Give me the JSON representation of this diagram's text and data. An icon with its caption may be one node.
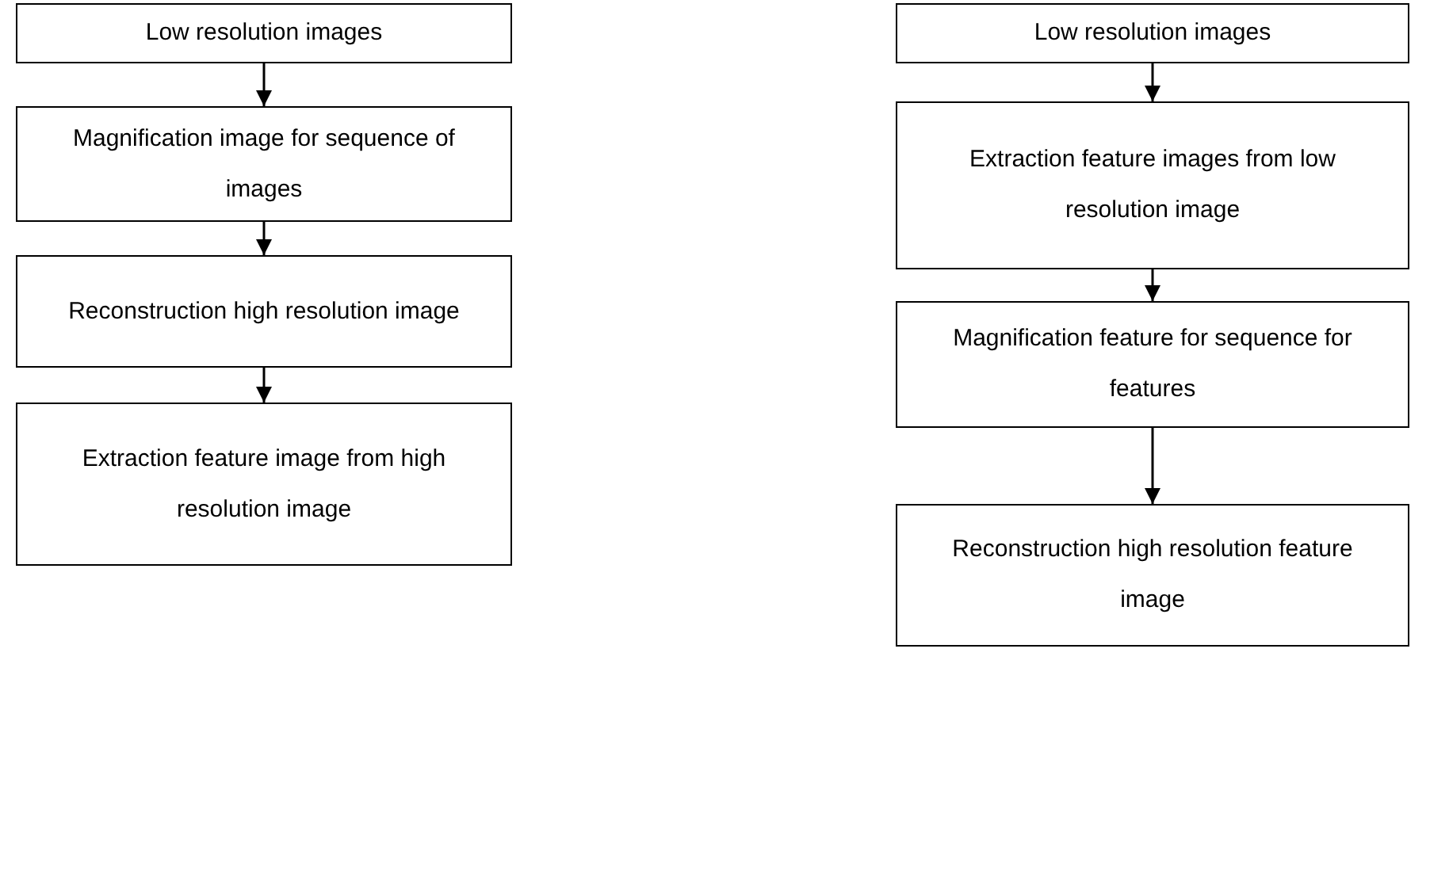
{
  "diagram": {
    "nodes": [
      {
        "text": [
          "Low resolution images"
        ]
      },
      {
        "text": [
          "Magnification image for sequence of images"
        ]
      },
      {
        "text": [
          "Reconstruction high resolution image"
        ]
      },
      {
        "text": [
          "Extraction feature image from high resolution image"
        ]
      },
      {
        "text": [
          "Low resolution images"
        ]
      },
      {
        "text": [
          "Extraction feature images from low resolution image"
        ]
      },
      {
        "text": [
          "Magnification feature for sequence for features"
        ]
      },
      {
        "text": [
          "Reconstruction high resolution feature image"
        ]
      }
    ],
    "edges": [
      {
        "from": 0,
        "to": 1,
        "arrow": "to"
      },
      {
        "from": 1,
        "to": 2,
        "arrow": "to"
      },
      {
        "from": 2,
        "to": 3,
        "arrow": "to"
      },
      {
        "from": 4,
        "to": 5,
        "arrow": "to"
      },
      {
        "from": 5,
        "to": 6,
        "arrow": "to"
      },
      {
        "from": 6,
        "to": 7,
        "arrow": "to"
      }
    ]
  }
}
